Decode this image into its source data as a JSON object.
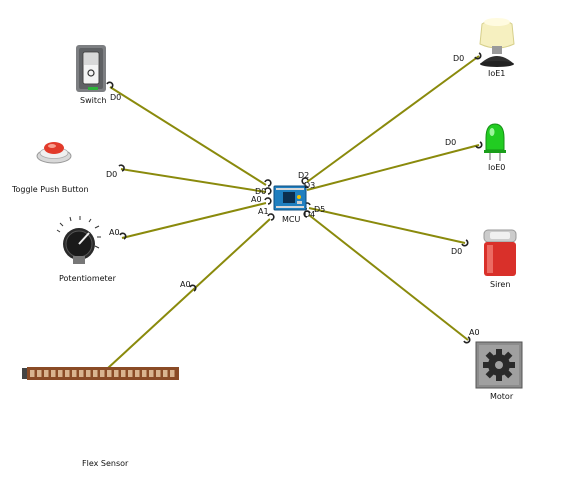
{
  "components": {
    "switch": {
      "label": "Switch",
      "icon": "switch-icon"
    },
    "toggle": {
      "label": "Toggle Push Button",
      "icon": "push-button-icon"
    },
    "pot": {
      "label": "Potentiometer",
      "icon": "knob-icon"
    },
    "flex": {
      "label": "Flex Sensor",
      "icon": "flex-sensor-icon"
    },
    "mcu": {
      "label": "MCU",
      "icon": "microcontroller-icon"
    },
    "ioe1": {
      "label": "IoE1",
      "icon": "lamp-icon"
    },
    "ioe0": {
      "label": "IoE0",
      "icon": "led-icon"
    },
    "siren": {
      "label": "Siren",
      "icon": "siren-icon"
    },
    "motor": {
      "label": "Motor",
      "icon": "motor-gear-icon"
    }
  },
  "ports": {
    "switch_d0": "D0",
    "toggle_d0": "D0",
    "pot_a0": "A0",
    "flex_a0": "A0",
    "mcu_d0": "D0",
    "mcu_a0": "A0",
    "mcu_a1": "A1",
    "mcu_d2": "D2",
    "mcu_d3": "D3",
    "mcu_d4": "D4",
    "mcu_d5": "D5",
    "ioe1_d0": "D0",
    "ioe0_d0": "D0",
    "siren_d0": "D0",
    "motor_a0": "A0"
  },
  "colors": {
    "cable": "#8a8a0c",
    "port_ring": "#222222",
    "mcu_board": "#1f7fc0",
    "led_green": "#22cc22",
    "siren_red": "#d9302a",
    "flex_brown": "#8a4b26"
  }
}
